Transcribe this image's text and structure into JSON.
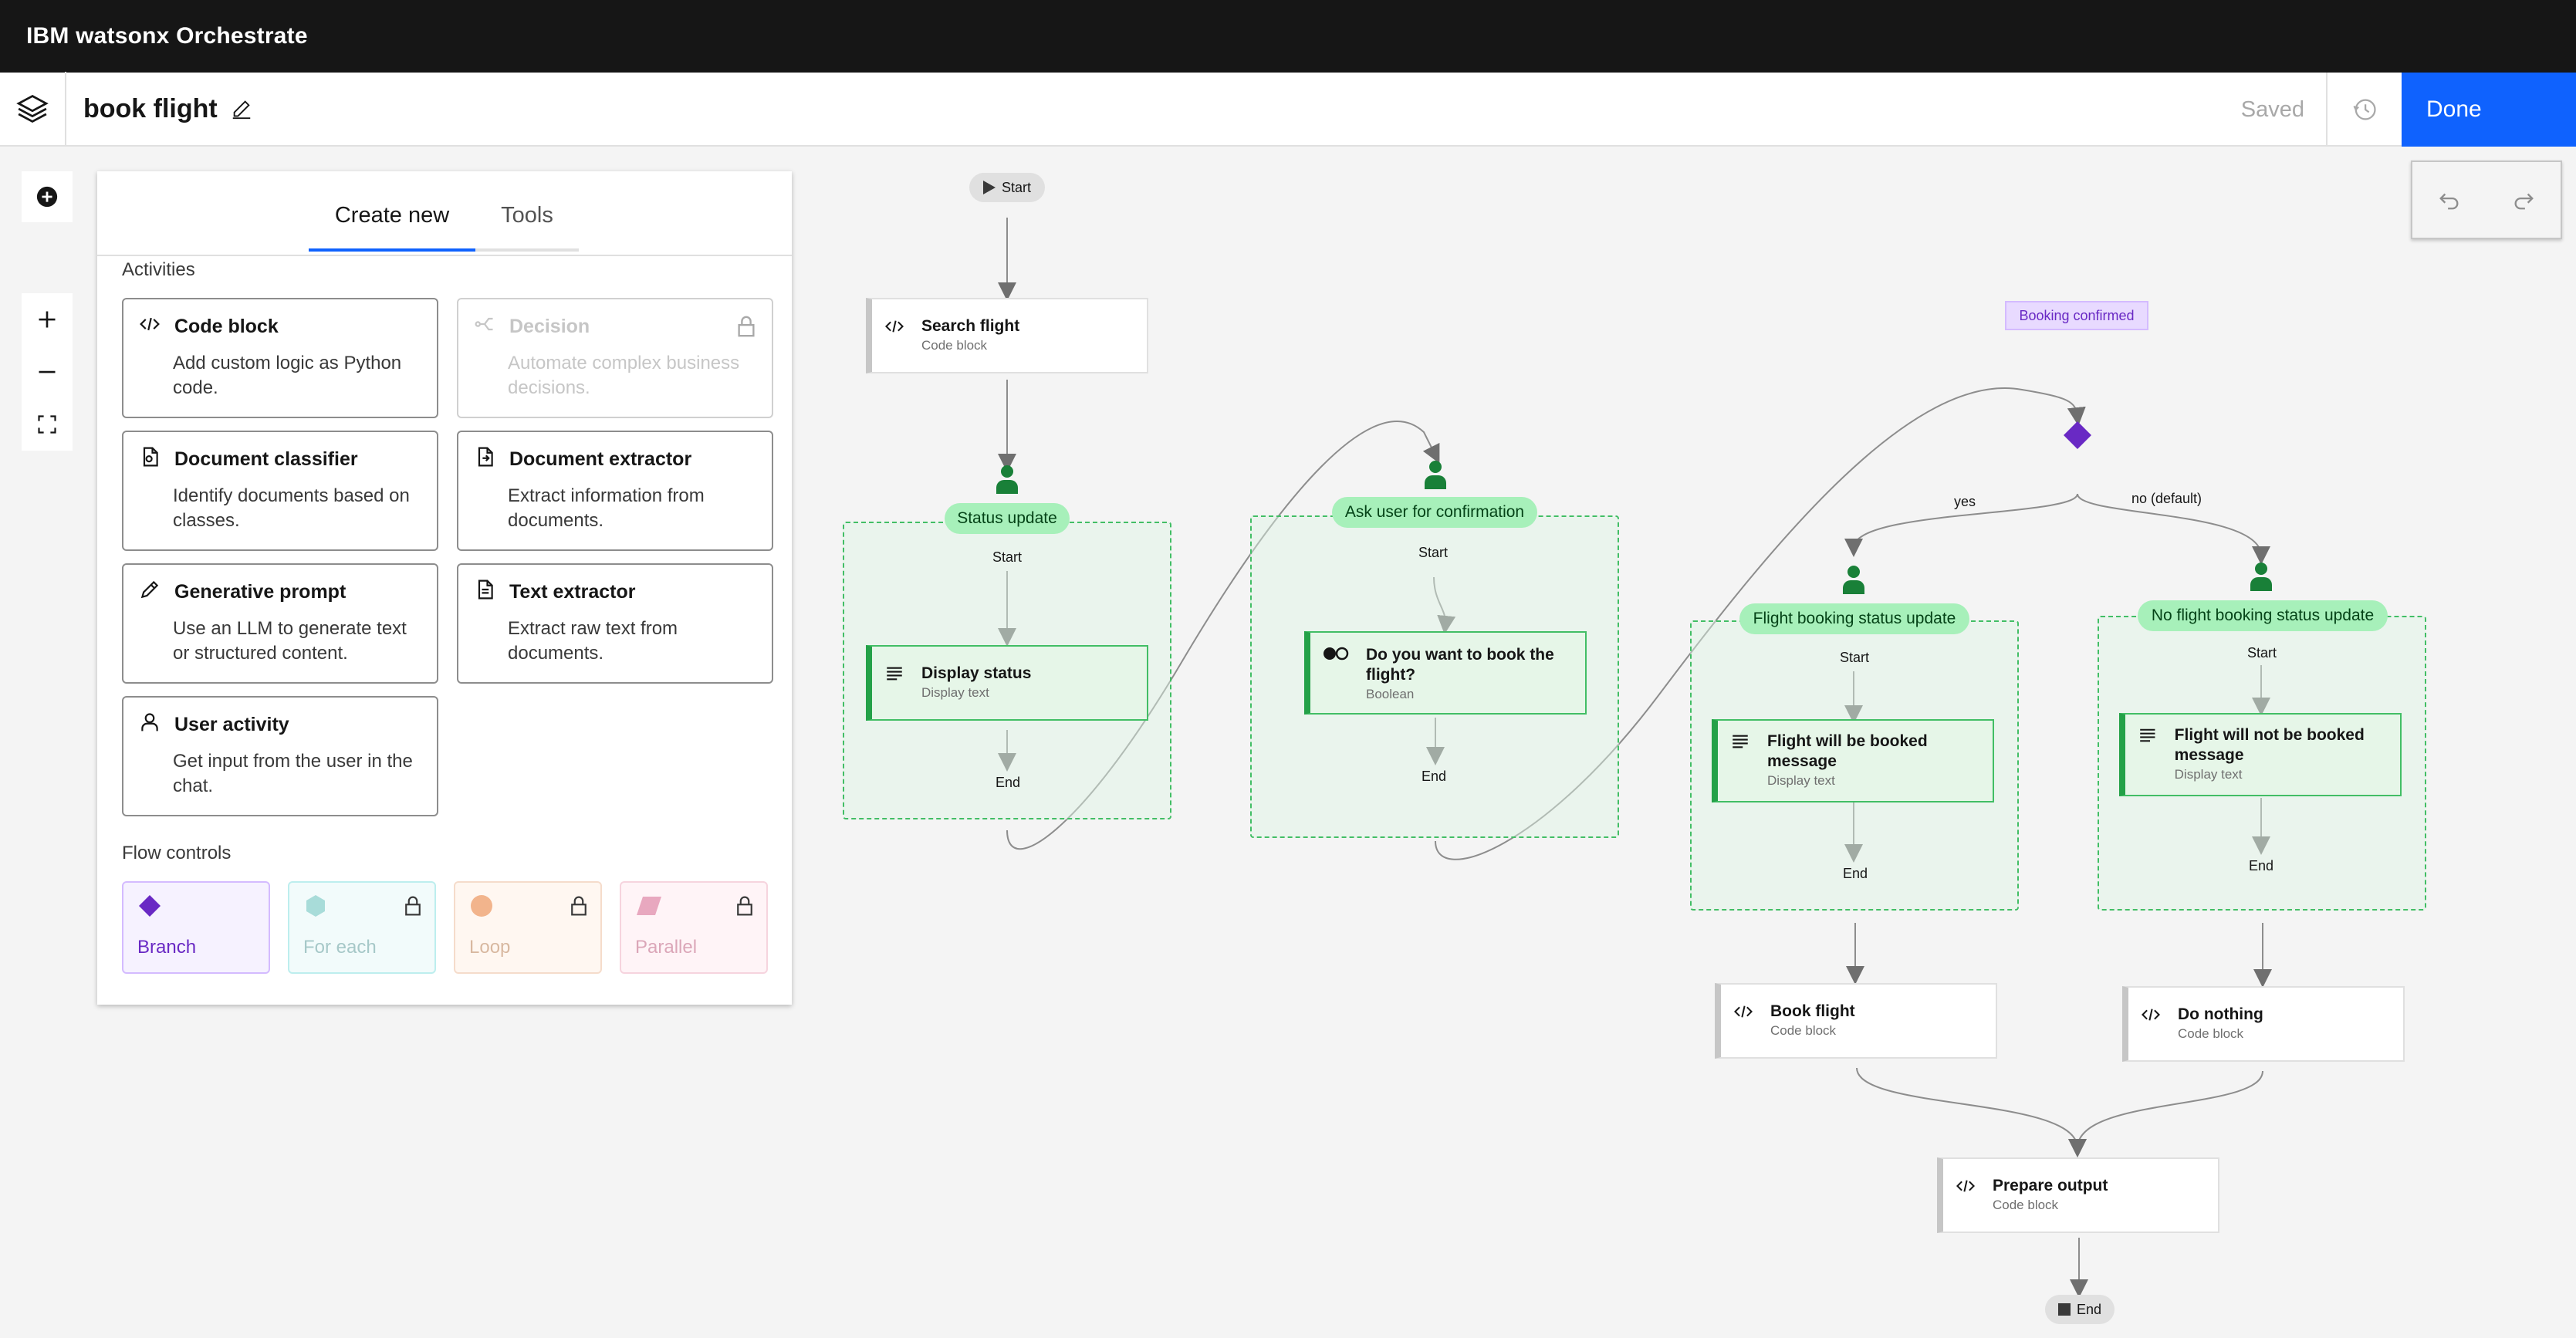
{
  "app": {
    "title": "IBM watsonx Orchestrate"
  },
  "toolbar": {
    "flow_name": "book flight",
    "saved_label": "Saved",
    "done_label": "Done"
  },
  "panel": {
    "tabs": [
      "Create new",
      "Tools"
    ],
    "activities_label": "Activities",
    "activities": [
      {
        "name": "Code block",
        "desc": "Add custom logic as Python code.",
        "icon": "code-icon",
        "locked": false
      },
      {
        "name": "Decision",
        "desc": "Automate complex business decisions.",
        "icon": "decision-icon",
        "locked": true
      },
      {
        "name": "Document classifier",
        "desc": "Identify documents based on classes.",
        "icon": "document-classifier-icon",
        "locked": false
      },
      {
        "name": "Document extractor",
        "desc": "Extract information from documents.",
        "icon": "document-extractor-icon",
        "locked": false
      },
      {
        "name": "Generative prompt",
        "desc": "Use an LLM to generate text or structured content.",
        "icon": "pen-icon",
        "locked": false
      },
      {
        "name": "Text extractor",
        "desc": "Extract raw text from documents.",
        "icon": "text-extractor-icon",
        "locked": false
      },
      {
        "name": "User activity",
        "desc": "Get input from the user in the chat.",
        "icon": "user-icon",
        "locked": false
      }
    ],
    "flow_controls_label": "Flow controls",
    "flow_controls": [
      {
        "name": "Branch",
        "locked": false,
        "color": "#6929c4"
      },
      {
        "name": "For each",
        "locked": true,
        "color": "#9ef0f0"
      },
      {
        "name": "Loop",
        "locked": true,
        "color": "#f1c21b"
      },
      {
        "name": "Parallel",
        "locked": true,
        "color": "#ff7eb6"
      }
    ]
  },
  "canvas": {
    "start_label": "Start",
    "end_label": "End",
    "nodes": {
      "search_flight": {
        "title": "Search flight",
        "subtitle": "Code block"
      },
      "display_status": {
        "title": "Display status",
        "subtitle": "Display text"
      },
      "confirm_question": {
        "title": "Do you want to book the flight?",
        "subtitle": "Boolean"
      },
      "booked_msg": {
        "title": "Flight will be booked message",
        "subtitle": "Display text"
      },
      "not_booked_msg": {
        "title": "Flight will not be booked message",
        "subtitle": "Display text"
      },
      "book_flight": {
        "title": "Book flight",
        "subtitle": "Code block"
      },
      "do_nothing": {
        "title": "Do nothing",
        "subtitle": "Code block"
      },
      "prepare_output": {
        "title": "Prepare output",
        "subtitle": "Code block"
      }
    },
    "groups": {
      "status_update": "Status update",
      "ask_user": "Ask user for confirmation",
      "booking_update": "Flight booking status update",
      "no_booking_update": "No flight booking status update"
    },
    "branch": {
      "label": "Booking confirmed",
      "yes": "yes",
      "no": "no (default)"
    },
    "inner_start": "Start",
    "inner_end": "End"
  }
}
